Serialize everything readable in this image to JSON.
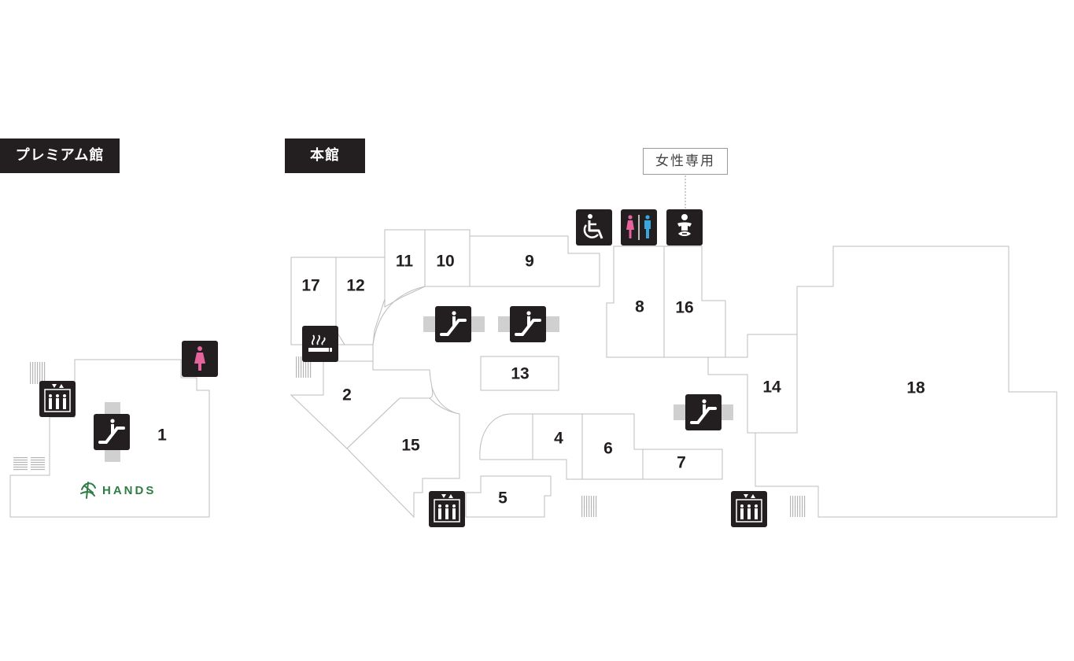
{
  "buildings": {
    "premium": "プレミアム館",
    "main": "本館"
  },
  "women_only": "女性専用",
  "brand": "HANDS",
  "stores": {
    "s1": "1",
    "s2": "2",
    "s4": "4",
    "s5": "5",
    "s6": "6",
    "s7": "7",
    "s8": "8",
    "s9": "9",
    "s10": "10",
    "s11": "11",
    "s12": "12",
    "s13": "13",
    "s14": "14",
    "s15": "15",
    "s16": "16",
    "s17": "17",
    "s18": "18"
  },
  "icons": {
    "elevator": "elevator-icon",
    "escalator": "escalator-icon",
    "restroom_women": "womens-restroom-icon",
    "restroom": "restroom-icon",
    "wheelchair": "wheelchair-icon",
    "baby": "baby-care-icon",
    "smoking": "smoking-area-icon"
  },
  "colors": {
    "icon_bg": "#231f20",
    "women_pink": "#e5649b",
    "men_blue": "#3aa6dd",
    "brand_green": "#2e7d45",
    "walls": "#bdbdbd"
  }
}
